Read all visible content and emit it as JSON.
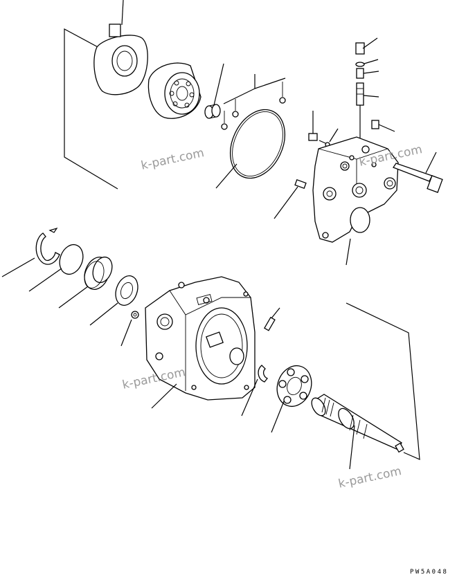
{
  "watermarks": [
    "k-part.com",
    "k-part.com",
    "k-part.com",
    "k-part.com"
  ],
  "drawing_code": "PW5A048"
}
